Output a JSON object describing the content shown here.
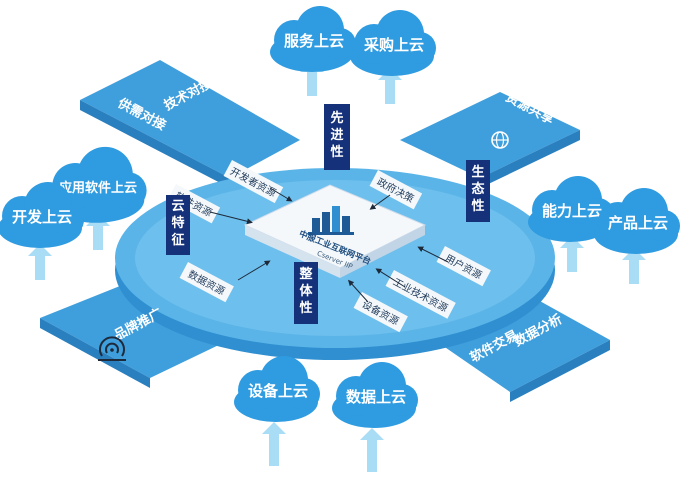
{
  "colors": {
    "disc": "#5ab4e8",
    "disc_top": "#79c6f0",
    "arm": "#3f9fdc",
    "arm_dark": "#2a7fbf",
    "cloud": "#2f9be0",
    "arrow": "#a9dcf5",
    "bar": "#14317a",
    "tag": "#f4f8fb"
  },
  "clouds": {
    "service": "服务上云",
    "purchase": "采购上云",
    "app_software": "应用软件上云",
    "develop": "开发上云",
    "capability": "能力上云",
    "product": "产品上云",
    "equipment": "设备上云",
    "data": "数据上云"
  },
  "arms": {
    "tech_docking": "技术对接",
    "supply_demand": "供需对接",
    "resource_sharing": "资源共享",
    "brand_promotion": "品牌推广",
    "data_analysis": "数据分析",
    "software_trade": "软件交易"
  },
  "bars": {
    "advanced": "先进性",
    "ecological": "生态性",
    "cloud_feature": "云特征",
    "integrity": "整体性"
  },
  "tags": {
    "developer_resources": "开发者资源",
    "software_resources": "软件资源",
    "policy_decision": "政府决策",
    "user_resources": "用户资源",
    "data_resources": "数据资源",
    "industrial_tech": "工业技术资源",
    "equipment_resources": "设备资源"
  },
  "center": {
    "title": "中服工业互联网平台",
    "subtitle": "Cserver IIP"
  },
  "icons": {
    "resource_sharing": "globe-icon",
    "brand_promotion": "signal-icon",
    "center": "factory-icon"
  }
}
